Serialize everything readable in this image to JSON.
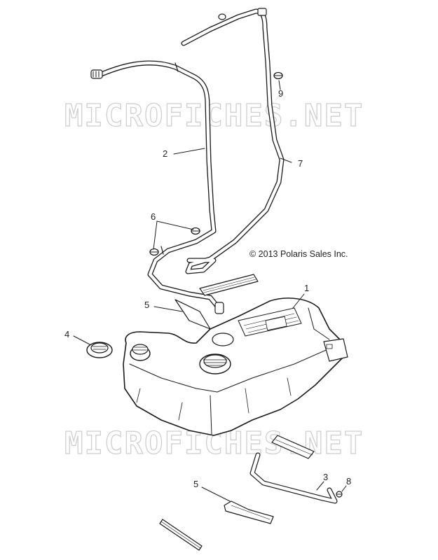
{
  "watermark": {
    "text": "MICROFICHES.NET"
  },
  "copyright": "© 2013 Polaris Sales Inc.",
  "callouts": {
    "c1": "1",
    "c2": "2",
    "c3": "3",
    "c4": "4",
    "c5a": "5",
    "c5b": "5",
    "c6": "6",
    "c7": "7",
    "c8": "8",
    "c9": "9"
  }
}
